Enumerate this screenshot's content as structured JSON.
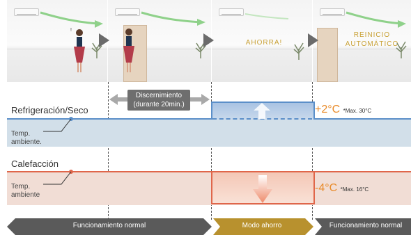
{
  "panels": {
    "p3_text": "AHORRA!",
    "p4_text": "REINICIO AUTOMÁTICO"
  },
  "diagram": {
    "discern_label": "Discernimiento\n(durante 20min.)",
    "cooling_label": "Refrigeración/Seco",
    "cooling_ambient": "Temp.\nambiente.",
    "cooling_offset": "+2°C",
    "cooling_max": "*Max. 30°C",
    "heating_label": "Calefacción",
    "heating_ambient": "Temp.\nambiente",
    "heating_offset": "-4°C",
    "heating_max": "*Max. 16°C"
  },
  "timeline": {
    "normal_1": "Funcionamiento normal",
    "saving": "Modo ahorro",
    "normal_2": "Funcionamiento normal"
  },
  "colors": {
    "blue_line": "#5b8fc9",
    "blue_band": "#d2dfe9",
    "red_line": "#e0664a",
    "red_band": "#f1ddd5",
    "accent": "#e98b2a",
    "gold": "#b8912e",
    "arrow_grey": "#5a5a5a"
  }
}
